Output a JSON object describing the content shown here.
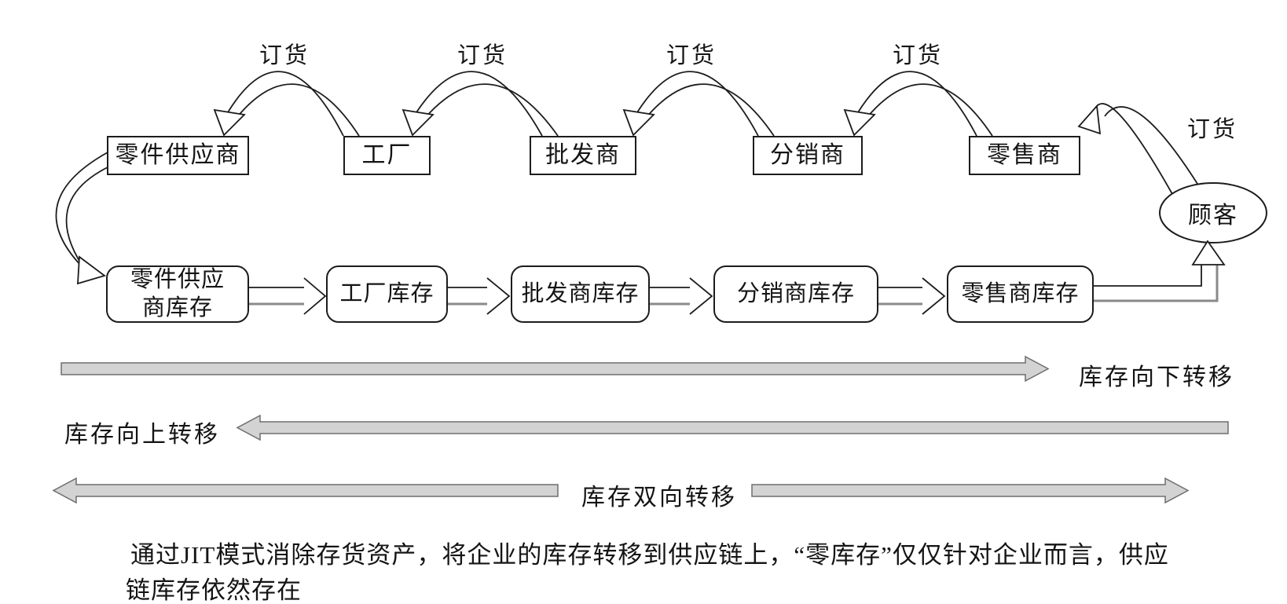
{
  "colors": {
    "line": "#1c1c1c",
    "shadow_line": "#8a8a8a",
    "bar_fill": "#d3d3d3",
    "bar_border": "#6e6e6e",
    "background": "#ffffff"
  },
  "supply_chain": {
    "order_labels": [
      "订货",
      "订货",
      "订货",
      "订货",
      "订货"
    ],
    "entities": [
      "零件供应商",
      "工厂",
      "批发商",
      "分销商",
      "零售商"
    ],
    "customer": "顾客",
    "inventories": [
      "零件供应商库存",
      "工厂库存",
      "批发商库存",
      "分销商库存",
      "零售商库存"
    ],
    "transfer_labels": {
      "down": "库存向下转移",
      "up": "库存向上转移",
      "bidirectional": "库存双向转移"
    },
    "note_lines": [
      "通过JIT模式消除存货资产，将企业的库存转移到供应链上，“零库存”仅仅针对企业而言，供应",
      "链库存依然存在"
    ]
  }
}
